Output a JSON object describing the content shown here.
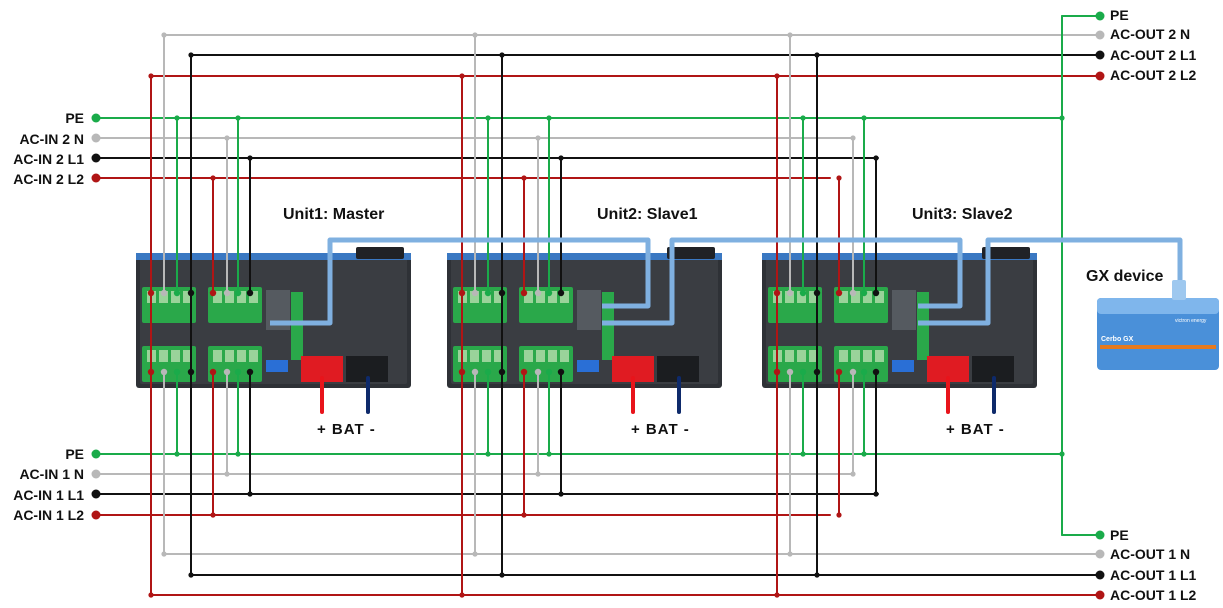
{
  "colors": {
    "pe": "#1aab4a",
    "neutral": "#b8b8b8",
    "l1": "#111111",
    "l2": "#b01515",
    "comm": "#7fb0e0",
    "bat_pos": "#e8141b",
    "bat_neg": "#0e2a6b",
    "unit_body": "#3a3d42",
    "gx_body": "#4a90d9"
  },
  "ac_in_2": {
    "pe": "PE",
    "n": "AC-IN 2 N",
    "l1": "AC-IN 2 L1",
    "l2": "AC-IN 2 L2"
  },
  "ac_in_1": {
    "pe": "PE",
    "n": "AC-IN 1  N",
    "l1": "AC-IN 1 L1",
    "l2": "AC-IN 1 L2"
  },
  "ac_out_2": {
    "pe": "PE",
    "n": "AC-OUT 2 N",
    "l1": "AC-OUT 2 L1",
    "l2": "AC-OUT 2 L2"
  },
  "ac_out_1": {
    "pe": "PE",
    "n": "AC-OUT 1 N",
    "l1": "AC-OUT 1 L1",
    "l2": "AC-OUT 1 L2"
  },
  "units": [
    {
      "title": "Unit1: Master",
      "bat_label": "+  BAT  -"
    },
    {
      "title": "Unit2: Slave1",
      "bat_label": "+  BAT  -"
    },
    {
      "title": "Unit3: Slave2",
      "bat_label": "+  BAT  -"
    }
  ],
  "gx": {
    "title": "GX device",
    "product": "Cerbo GX",
    "brand": "victron energy"
  }
}
